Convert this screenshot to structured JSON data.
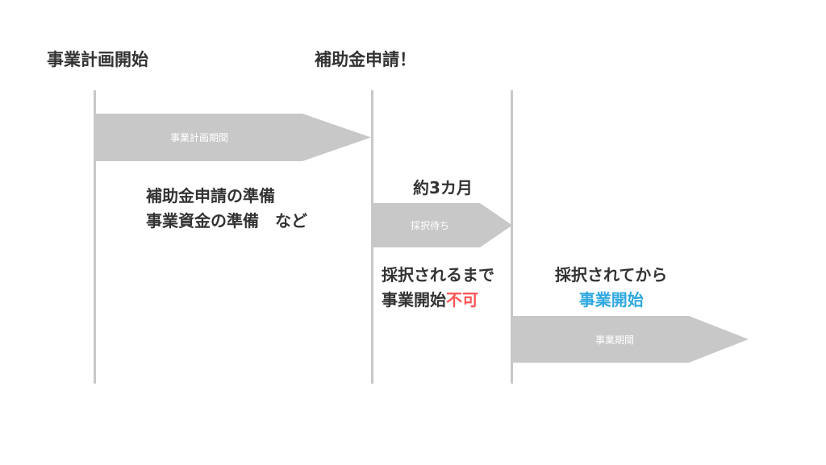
{
  "milestones": {
    "plan_start": "事業計画開始",
    "subsidy_apply": "補助金申請！"
  },
  "phases": {
    "planning": {
      "label": "事業計画期間"
    },
    "waiting": {
      "label": "採択待ち",
      "duration": "約3カ月"
    },
    "business": {
      "label": "事業期間"
    }
  },
  "notes": {
    "planning_lines": [
      "補助金申請の準備",
      "事業資金の準備　など"
    ],
    "waiting_line1": "採択されるまで",
    "waiting_line2_prefix": "事業開始",
    "waiting_line2_highlight": "不可",
    "after_line1": "採択されてから",
    "after_line2": "事業開始"
  },
  "colors": {
    "arrow": "#c8c8c8",
    "line": "#c8c8c8",
    "not_allowed": "#ff5555",
    "start": "#2fa8e0"
  }
}
